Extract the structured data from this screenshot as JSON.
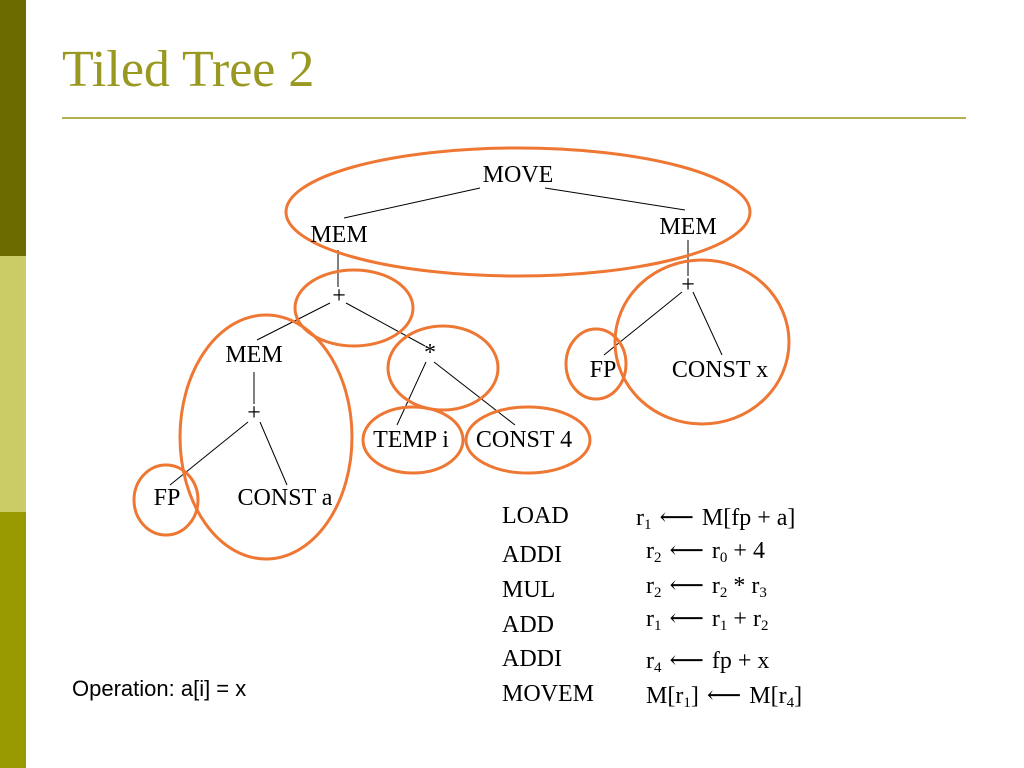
{
  "slide": {
    "title": "Tiled Tree 2",
    "colors": {
      "title": "#999922",
      "tile_circle": "#ee7733",
      "sidebar": [
        "#6b6b00",
        "#cccc66",
        "#999900"
      ]
    }
  },
  "tree": {
    "nodes": {
      "move": "MOVE",
      "mem_left": "MEM",
      "mem_right": "MEM",
      "plus_left": "+",
      "plus_right": "+",
      "mem_inner": "MEM",
      "mul": "*",
      "plus_inner": "+",
      "fp_inner": "FP",
      "const_a": "CONST a",
      "temp_i": "TEMP i",
      "const_4": "CONST 4",
      "fp_right": "FP",
      "const_x": "CONST x"
    }
  },
  "assembly": {
    "arrow": "⟵",
    "rows": [
      {
        "op": "LOAD",
        "dest": "r",
        "dest_sub": "1",
        "rhs": "M[fp + a]"
      },
      {
        "op": "ADDI",
        "dest": "r",
        "dest_sub": "2",
        "a": "r",
        "a_sub": "0",
        "rest": " + 4"
      },
      {
        "op": "MUL",
        "dest": "r",
        "dest_sub": "2",
        "a": "r",
        "a_sub": "2",
        "mid": " * r",
        "b_sub": "3"
      },
      {
        "op": "ADD",
        "dest": "r",
        "dest_sub": "1",
        "a": "r",
        "a_sub": "1",
        "mid": " + r",
        "b_sub": "2"
      },
      {
        "op": "ADDI",
        "dest": "r",
        "dest_sub": "4",
        "rhs": "fp + x"
      },
      {
        "op": "MOVEM",
        "dest": "M[r",
        "dest_sub": "1",
        "dest_close": "]",
        "a": "M[r",
        "a_sub": "4",
        "rest": "]"
      }
    ]
  },
  "operation": "Operation: a[i] = x"
}
